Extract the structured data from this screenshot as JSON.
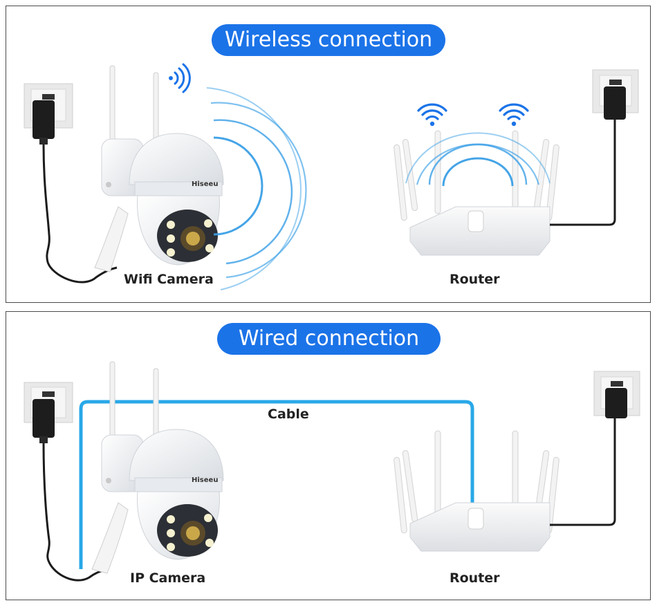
{
  "wireless": {
    "title": "Wireless connection",
    "camera_label": "Wifi Camera",
    "router_label": "Router",
    "brand": "Hiseeu"
  },
  "wired": {
    "title": "Wired connection",
    "camera_label": "IP Camera",
    "router_label": "Router",
    "cable_label": "Cable",
    "brand": "Hiseeu"
  },
  "colors": {
    "pill": "#1b73e8",
    "cable": "#29a8e8",
    "wave": "#3a9fe6",
    "border": "#4a4a4a"
  },
  "icons": [
    "wifi-signal-icon",
    "wall-outlet-icon",
    "power-adapter-icon"
  ]
}
